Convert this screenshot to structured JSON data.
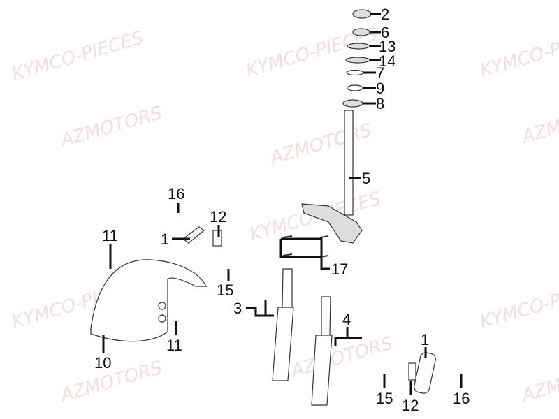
{
  "watermarks": {
    "brand": "KYMCO-PIECES",
    "dealer": "AZMOTORS"
  },
  "callouts": {
    "c2": "2",
    "c6": "6",
    "c13": "13",
    "c14": "14",
    "c7": "7",
    "c9": "9",
    "c8": "8",
    "c5": "5",
    "c16a": "16",
    "c12a": "12",
    "c1a": "1",
    "c11a": "11",
    "c15a": "15",
    "c17": "17",
    "c3": "3",
    "c4": "4",
    "c10": "10",
    "c11b": "11",
    "c1b": "1",
    "c15b": "15",
    "c12b": "12",
    "c16b": "16"
  },
  "colors": {
    "watermark": "#f6dcdc",
    "line": "#111111"
  }
}
